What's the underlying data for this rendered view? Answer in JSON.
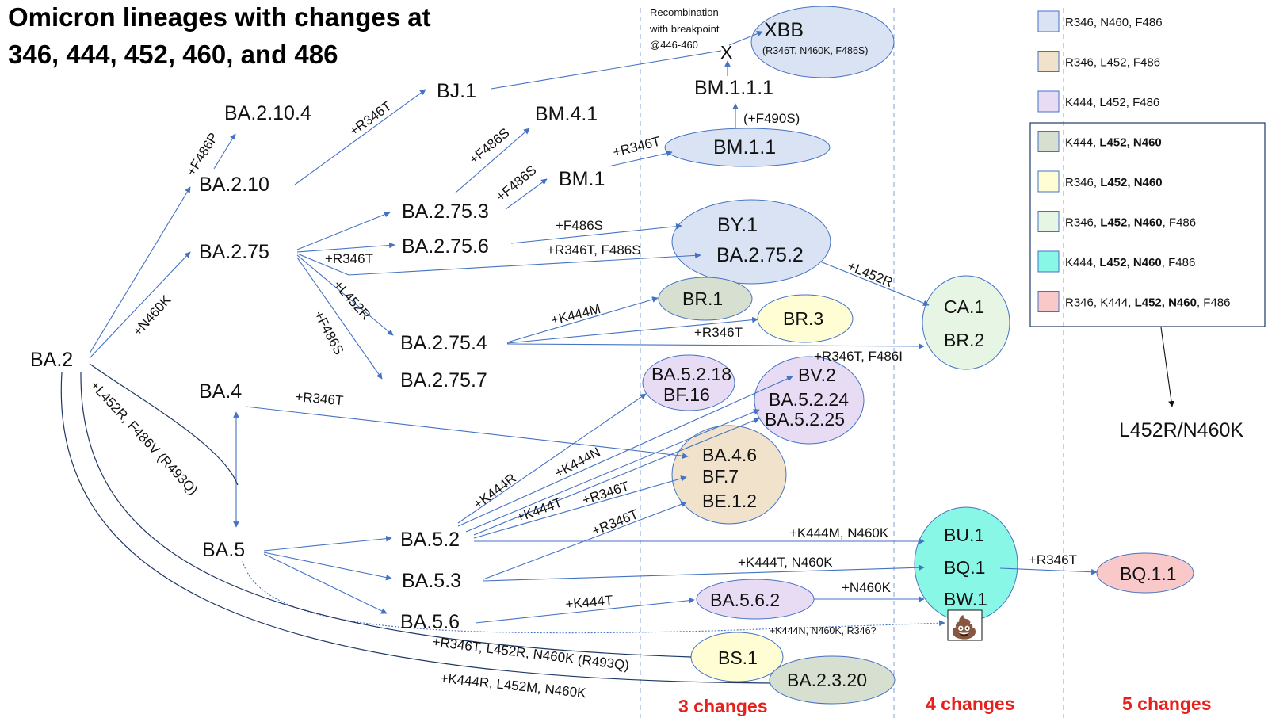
{
  "title": {
    "line1": "Omicron lineages with changes at",
    "line2": "346, 444, 452, 460, and 486"
  },
  "colors": {
    "blue": "#dae3f3",
    "tan": "#f1e2cc",
    "purple": "#e8dcf4",
    "gray_green": "#d6dfd0",
    "yellow": "#fefdd3",
    "light_green": "#e7f6e4",
    "cyan": "#89f7e6",
    "pink": "#f9c9c9",
    "edge": "#4472c4",
    "changes_red": "#e8201b"
  },
  "recombination_note": {
    "line1": "Recombination",
    "line2": "with breakpoint",
    "line3": "@446-460",
    "marker": "X"
  },
  "nodes": {
    "ba2": "BA.2",
    "ba2104": "BA.2.10.4",
    "ba210": "BA.2.10",
    "ba275": "BA.2.75",
    "bj1": "BJ.1",
    "bm41": "BM.4.1",
    "bm1": "BM.1",
    "ba2753": "BA.2.75.3",
    "ba2756": "BA.2.75.6",
    "ba2754": "BA.2.75.4",
    "ba2757": "BA.2.75.7",
    "ba4": "BA.4",
    "ba5": "BA.5",
    "ba52": "BA.5.2",
    "ba53": "BA.5.3",
    "ba56": "BA.5.6",
    "xbb": "XBB",
    "xbb_muts": "(R346T, N460K, F486S)",
    "bm111": "BM.1.1.1",
    "bm11": "BM.1.1",
    "by1": "BY.1",
    "ba2752": "BA.2.75.2",
    "br1": "BR.1",
    "br3": "BR.3",
    "ca1": "CA.1",
    "br2": "BR.2",
    "ba5218": "BA.5.2.18",
    "bf16": "BF.16",
    "bv2": "BV.2",
    "ba5224": "BA.5.2.24",
    "ba5225": "BA.5.2.25",
    "ba46": "BA.4.6",
    "bf7": "BF.7",
    "be12": "BE.1.2",
    "bu1": "BU.1",
    "bq1": "BQ.1",
    "bw1": "BW.1",
    "ba562": "BA.5.6.2",
    "bs1": "BS.1",
    "ba2320": "BA.2.3.20",
    "bq11": "BQ.1.1",
    "poop": "💩"
  },
  "mutations": {
    "f486p": "+F486P",
    "n460k": "+N460K",
    "r346t_bj1": "+R346T",
    "f486s_bm41": "+F486S",
    "f486s_bm1": "+F486S",
    "r346t_bm11": "+R346T",
    "f490s": "(+F490S)",
    "f486s_by1": "+F486S",
    "r346t_f486s": "+R346T, F486S",
    "r346t_2756": "+R346T",
    "l452r_2754": "+L452R",
    "f486s_2757": "+F486S",
    "l452r_ca1": "+L452R",
    "k444m": "+K444M",
    "r346t_br3": "+R346T",
    "r346t_f486i": "+R346T, F486I",
    "l452r_f486v": "+L452R, F486V (R493Q)",
    "r346t_ba4": "+R346T",
    "k444r": "+K444R",
    "k444n": "+K444N",
    "k444t": "+K444T",
    "r346t_ba46": "+R346T",
    "r346t_be12": "+R346T",
    "k444m_n460k": "+K444M, N460K",
    "k444t_n460k": "+K444T, N460K",
    "n460k_bw1": "+N460K",
    "k444t_ba562": "+K444T",
    "k444n_n460k_r346": "+K444N, N460K, R346?",
    "r346t_bq11": "+R346T",
    "r346t_l452r_n460k": "+R346T, L452R, N460K (R493Q)",
    "k444r_l452m_n460k": "+K444R, L452M, N460K"
  },
  "legend": {
    "items": [
      {
        "color": "#dae3f3",
        "parts": [
          "R346, N460, F486"
        ],
        "bold": []
      },
      {
        "color": "#f1e2cc",
        "parts": [
          "R346, L452, F486"
        ],
        "bold": []
      },
      {
        "color": "#e8dcf4",
        "parts": [
          "K444, L452, F486"
        ],
        "bold": []
      },
      {
        "color": "#d6dfd0",
        "parts": [
          "K444, ",
          "L452, N460"
        ],
        "bold": [
          1
        ]
      },
      {
        "color": "#fefdd3",
        "parts": [
          "R346, ",
          "L452, N460"
        ],
        "bold": [
          1
        ]
      },
      {
        "color": "#e7f6e4",
        "parts": [
          "R346, ",
          "L452, N460",
          ", F486"
        ],
        "bold": [
          1
        ]
      },
      {
        "color": "#89f7e6",
        "parts": [
          "K444, ",
          "L452, N460",
          ", F486"
        ],
        "bold": [
          1
        ]
      },
      {
        "color": "#f9c9c9",
        "parts": [
          "R346, K444, ",
          "L452, N460",
          ", F486"
        ],
        "bold": [
          1
        ]
      }
    ],
    "group_label": "L452R/N460K"
  },
  "change_labels": {
    "three": "3 changes",
    "four": "4 changes",
    "five": "5 changes"
  }
}
